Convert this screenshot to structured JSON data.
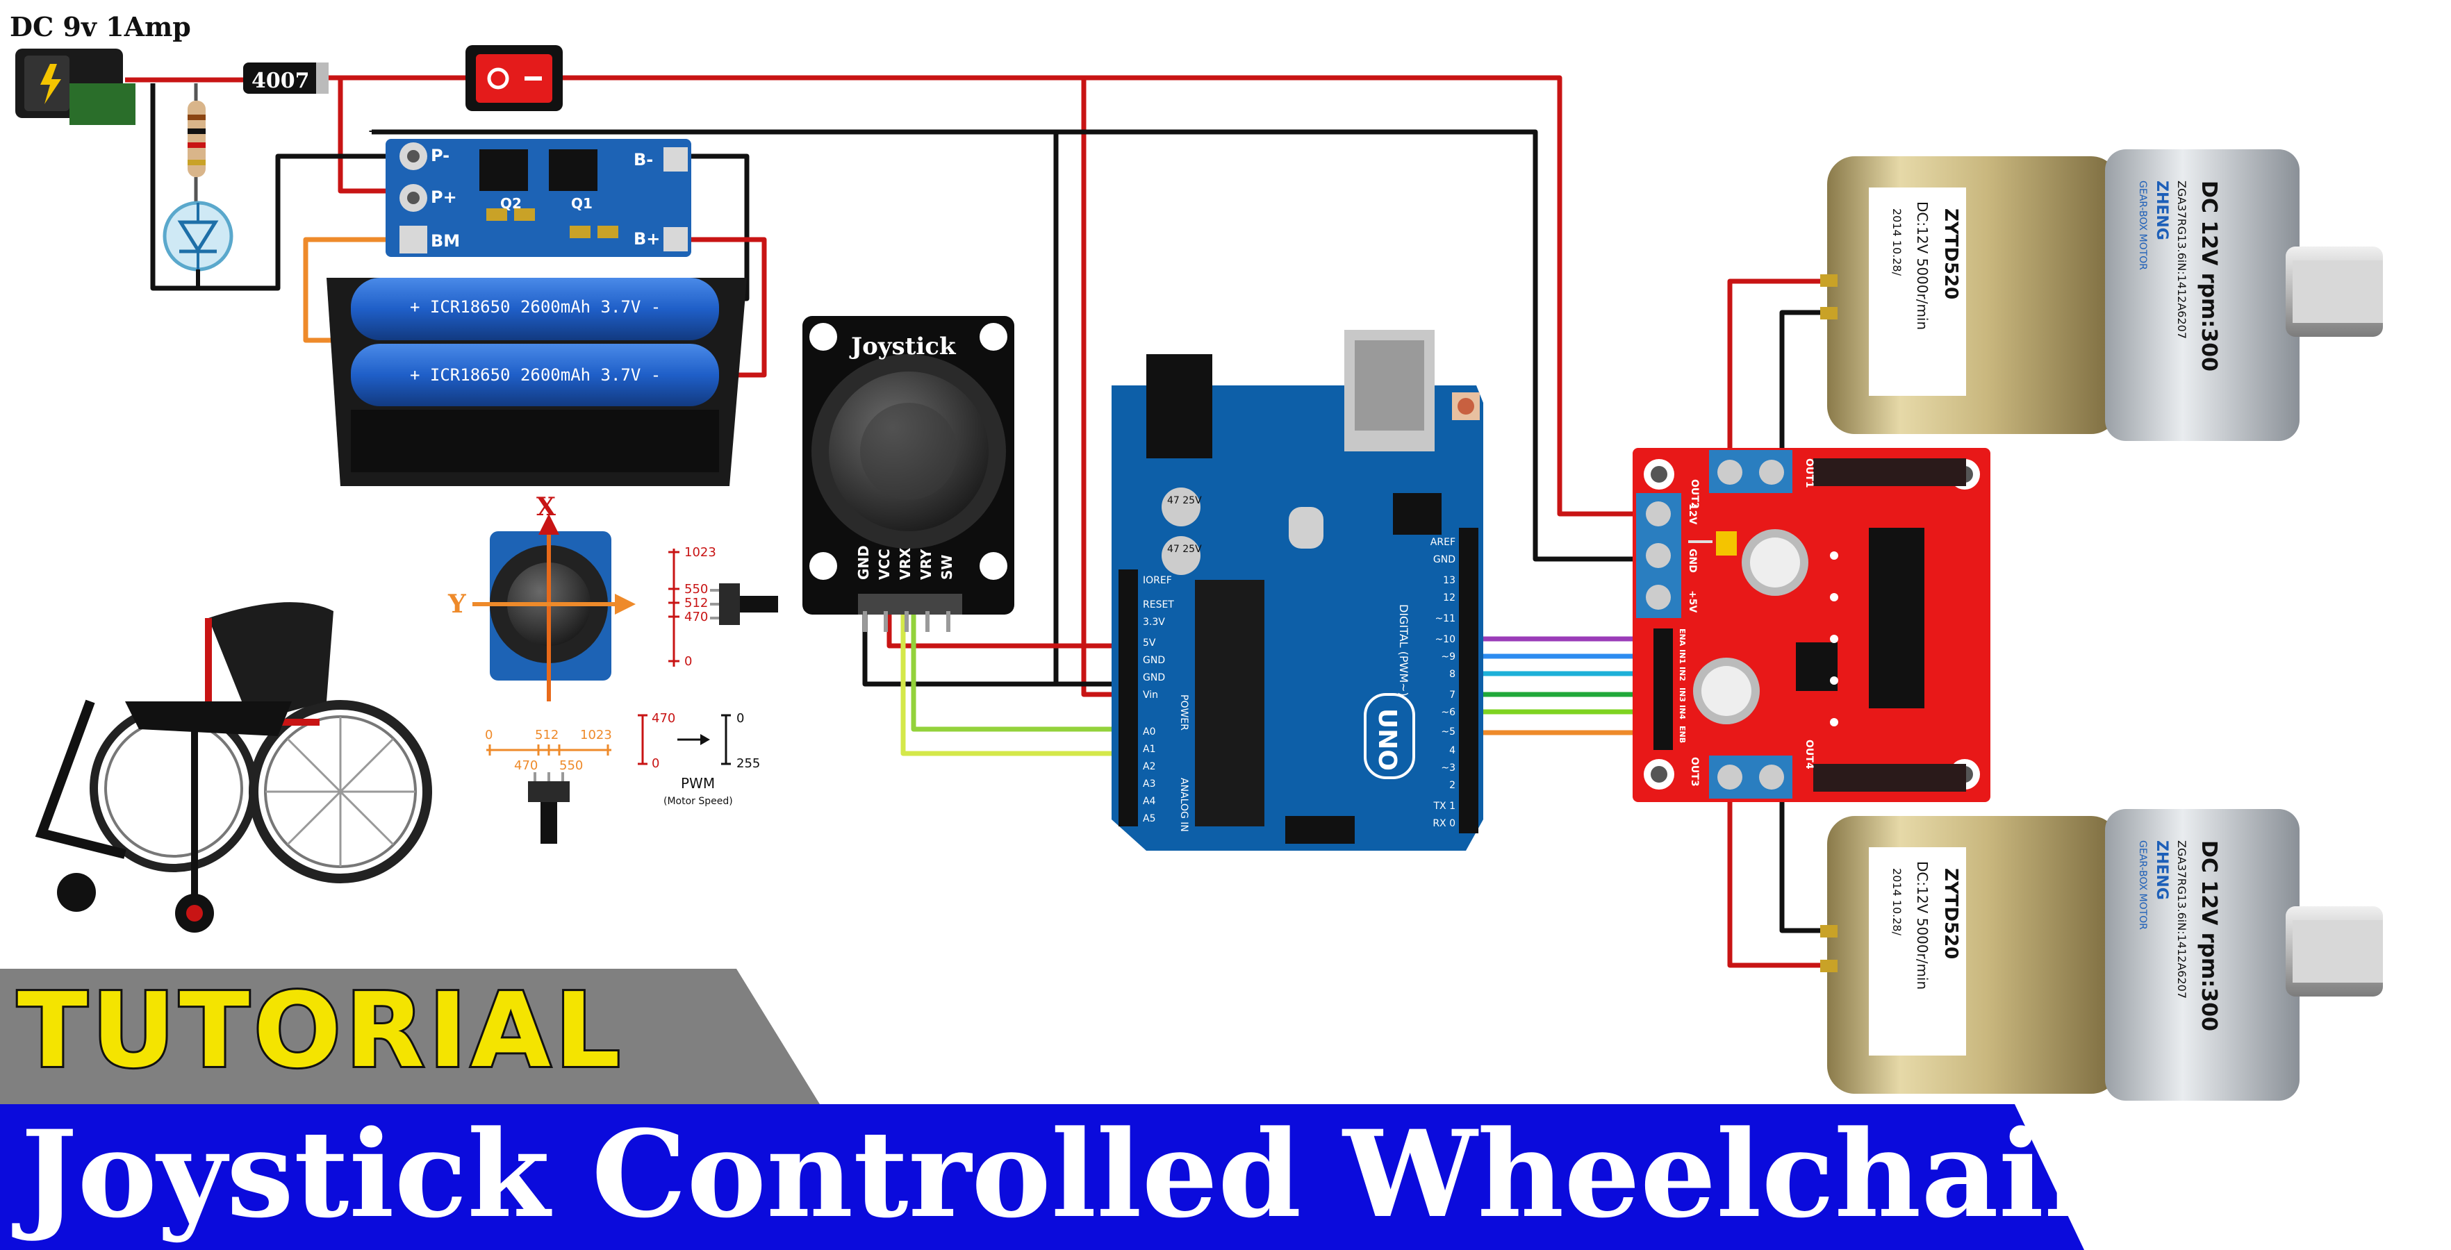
{
  "power": {
    "supply_label": "DC 9v 1Amp",
    "diode_label": "4007"
  },
  "charger": {
    "pins": [
      "P-",
      "P+",
      "BM",
      "B-",
      "B+"
    ],
    "chips": [
      "Q2",
      "Q1"
    ]
  },
  "battery": {
    "cell_top": "+ ICR18650 2600mAh 3.7V -",
    "cell_bottom": "+ ICR18650 2600mAh 3.7V -"
  },
  "joystick_module": {
    "title": "Joystick",
    "pins": [
      "GND",
      "VCC",
      "VRX",
      "VRY",
      "SW"
    ]
  },
  "axis_diagram": {
    "x_label": "X",
    "y_label": "Y",
    "pot_ticks": [
      "1023",
      "550",
      "512",
      "470",
      "0"
    ],
    "h_ticks": [
      "0",
      "512",
      "1023"
    ],
    "h_subticks": [
      "470",
      "550"
    ],
    "map_in": [
      "470",
      "0"
    ],
    "map_out": [
      "0",
      "255"
    ],
    "pwm_label": "PWM",
    "pwm_sub": "(Motor Speed)"
  },
  "arduino": {
    "board_name": "UNO",
    "left_pins": [
      "IOREF",
      "RESET",
      "3.3V",
      "5V",
      "GND",
      "GND",
      "Vin",
      "A0",
      "A1",
      "A2",
      "A3",
      "A4",
      "A5"
    ],
    "power_label": "POWER",
    "analog_label": "ANALOG IN",
    "digital_label": "DIGITAL (PWM~)",
    "right_pins": [
      "AREF",
      "GND",
      "13",
      "12",
      "~11",
      "~10",
      "~9",
      "8",
      "7",
      "~6",
      "~5",
      "4",
      "~3",
      "2",
      "TX 1",
      "RX 0"
    ],
    "cap_labels": [
      "47 25V",
      "47 25V"
    ]
  },
  "driver": {
    "out_labels": [
      "OUT1",
      "OUT2",
      "OUT3",
      "OUT4"
    ],
    "power_labels": [
      "12V",
      "GND",
      "+5V"
    ],
    "input_labels": [
      "ENA",
      "IN1",
      "IN2",
      "IN3",
      "IN4",
      "ENB"
    ]
  },
  "motor_top": {
    "model": "ZYTD520",
    "spec": "DC:12V 5000r/min",
    "date": "2014 10.28/",
    "brand": "ZHENG",
    "gearbox": "GEAR-BOX MOTOR",
    "part": "ZGA37RG13.6iN:1412A6207",
    "rating": "DC 12V rpm:300"
  },
  "motor_bottom": {
    "model": "ZYTD520",
    "spec": "DC:12V 5000r/min",
    "date": "2014 10.28/",
    "brand": "ZHENG",
    "gearbox": "GEAR-BOX MOTOR",
    "part": "ZGA37RG13.6iN:1412A6207",
    "rating": "DC 12V rpm:300"
  },
  "banner": {
    "tag": "TUTORIAL",
    "title": "Joystick Controlled Wheelchair"
  },
  "colors": {
    "banner_blue": "#0b0bdc",
    "banner_gray": "#808080",
    "tag_yellow": "#f4e400",
    "wire_red": "#c81414",
    "wire_black": "#111111",
    "board_blue": "#0d5fa8",
    "driver_red": "#e81818",
    "battery_blue": "#1f5fc8"
  }
}
